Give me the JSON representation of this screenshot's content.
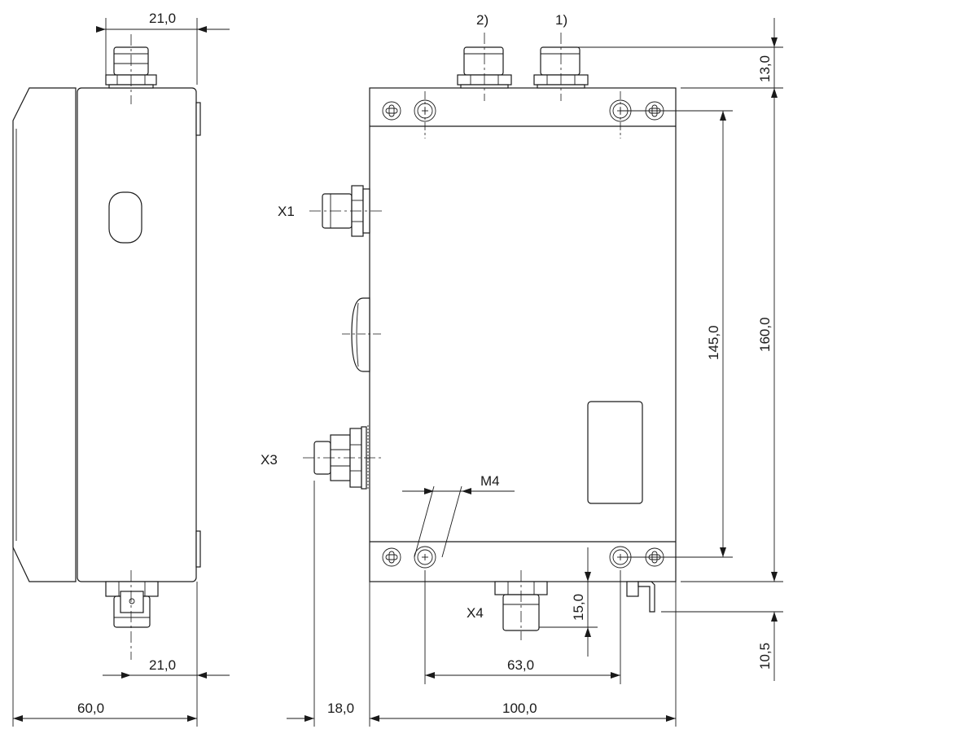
{
  "dimensions": {
    "top_cable_gland_width": "21,0",
    "bottom_cable_gland_width": "21,0",
    "side_depth": "60,0",
    "connector_offset": "18,0",
    "housing_width": "100,0",
    "mounting_hole_spacing_horizontal": "63,0",
    "x4_height": "15,0",
    "gland_height": "13,0",
    "mounting_hole_spacing_vertical": "145,0",
    "housing_height": "160,0",
    "ground_lug_height": "10,5"
  },
  "labels": {
    "gland_1": "1)",
    "gland_2": "2)",
    "connector_x1": "X1",
    "connector_x3": "X3",
    "connector_x4": "X4",
    "thread": "M4"
  }
}
